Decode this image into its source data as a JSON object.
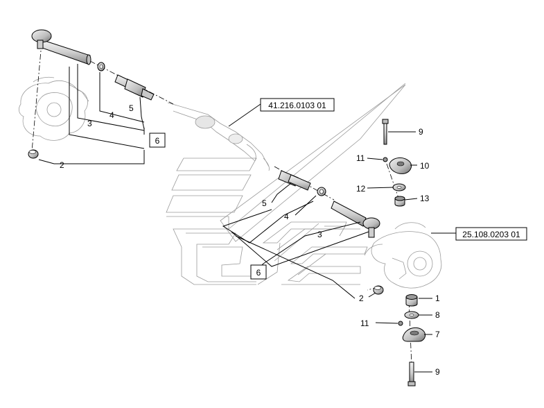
{
  "references": {
    "steering": "41.216.0103 01",
    "axle": "25.108.0203 01"
  },
  "groups": {
    "upper_left": "6",
    "center": "6"
  },
  "callouts": {
    "tie_rod_end_left": "3",
    "shim_left": "4",
    "inner_ball_joint_left": "5",
    "cap_left": "2",
    "bolt_top": "9",
    "mount_top": "10",
    "grease_nipple_top": "11",
    "washer_top": "12",
    "bushing_top": "13",
    "inner_ball_joint_center": "5",
    "shim_center": "4",
    "tie_rod_end_center": "3",
    "cap_right": "2",
    "bushing_bottom": "1",
    "washer_bottom": "8",
    "grease_nipple_bottom": "11",
    "mount_bottom": "7",
    "bolt_bottom": "9"
  }
}
